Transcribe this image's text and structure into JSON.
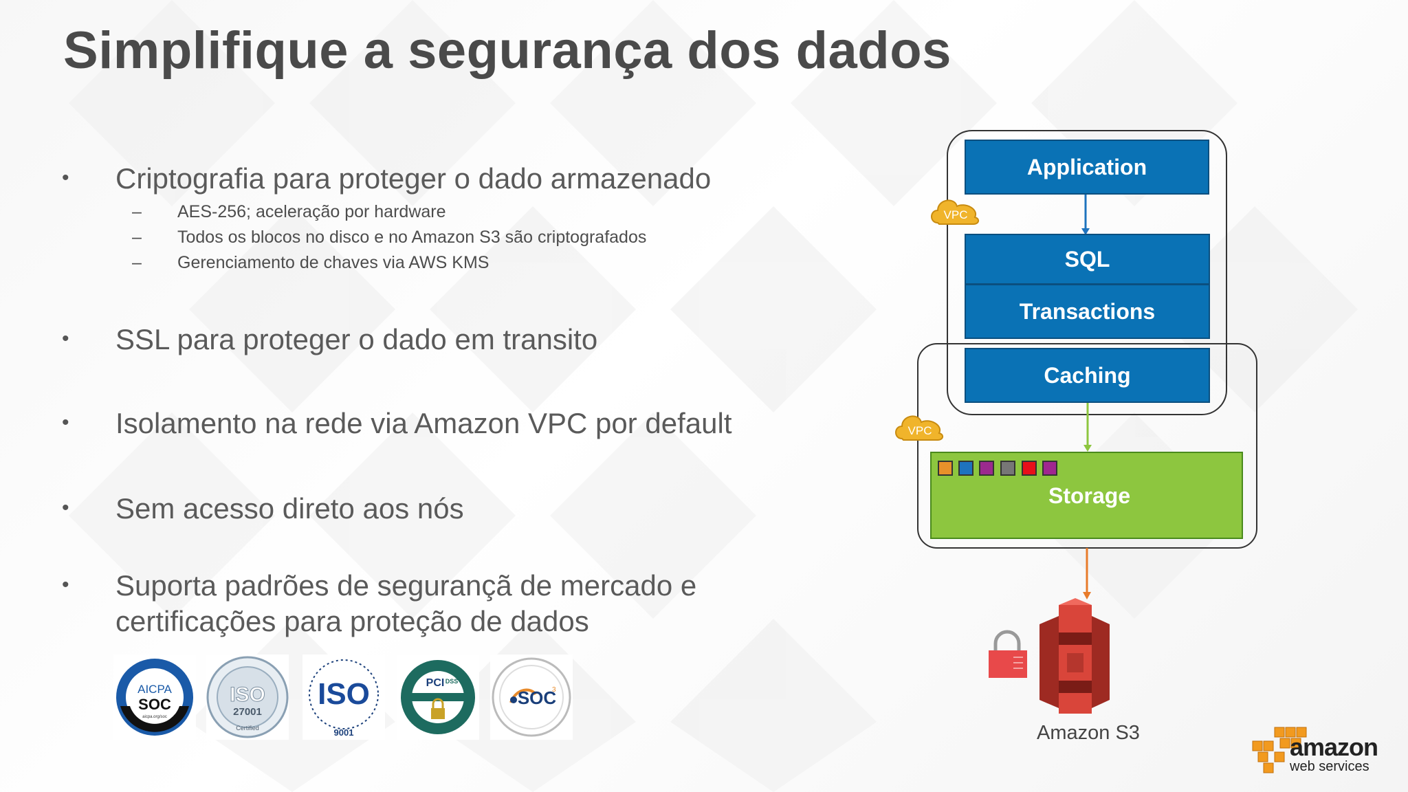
{
  "slide": {
    "title": "Simplifique a segurança dos dados"
  },
  "bullets": {
    "b1": "Criptografia para proteger o dado armazenado",
    "b1_sub": [
      "AES-256; aceleração por hardware",
      "Todos os blocos no disco e no Amazon S3 são criptografados",
      "Gerenciamento de chaves via AWS KMS"
    ],
    "b2": "SSL para proteger o dado em transito",
    "b3": "Isolamento na rede via Amazon VPC por default",
    "b4": "Sem acesso direto aos nós",
    "b5_line1": "Suporta padrões de segurançã de mercado e",
    "b5_line2": "certificações para proteção de dados",
    "bullet_glyph": "•",
    "dash_glyph": "–"
  },
  "certifications": [
    {
      "name": "aicpa-soc-badge",
      "text1": "AICPA",
      "text2": "SOC",
      "text3": "aicpa.org/soc"
    },
    {
      "name": "iso-27001-badge",
      "text1": "ISO",
      "text2": "27001",
      "text3": "Certified"
    },
    {
      "name": "iso-9001-badge",
      "text1": "ISO",
      "text2": "9001"
    },
    {
      "name": "pci-dss-badge",
      "text1": "PCI",
      "text2": "DSS"
    },
    {
      "name": "soc3-badge",
      "text1": "SOC",
      "text2": "3"
    }
  ],
  "diagram": {
    "application": "Application",
    "sql": "SQL",
    "transactions": "Transactions",
    "caching": "Caching",
    "storage": "Storage",
    "vpc_tag_top": "VPC",
    "vpc_tag_bottom": "VPC",
    "s3_label": "Amazon S3",
    "storage_block_colors": [
      "#e8912a",
      "#1e73be",
      "#9b2a8e",
      "#777777",
      "#e8101a",
      "#a0268f"
    ],
    "arrow_colors": {
      "app_to_sql": "#1e73be",
      "cache_to_storage": "#8dc63f",
      "storage_to_s3": "#e87b2a"
    },
    "box_color": "#0a72b5",
    "storage_color": "#8dc63f",
    "lock_color": "#e8494a",
    "s3_color": "#d9453a",
    "vpc_cloud_color": "#f0b42b"
  },
  "logo": {
    "line1": "amazon",
    "line2": "web services"
  }
}
